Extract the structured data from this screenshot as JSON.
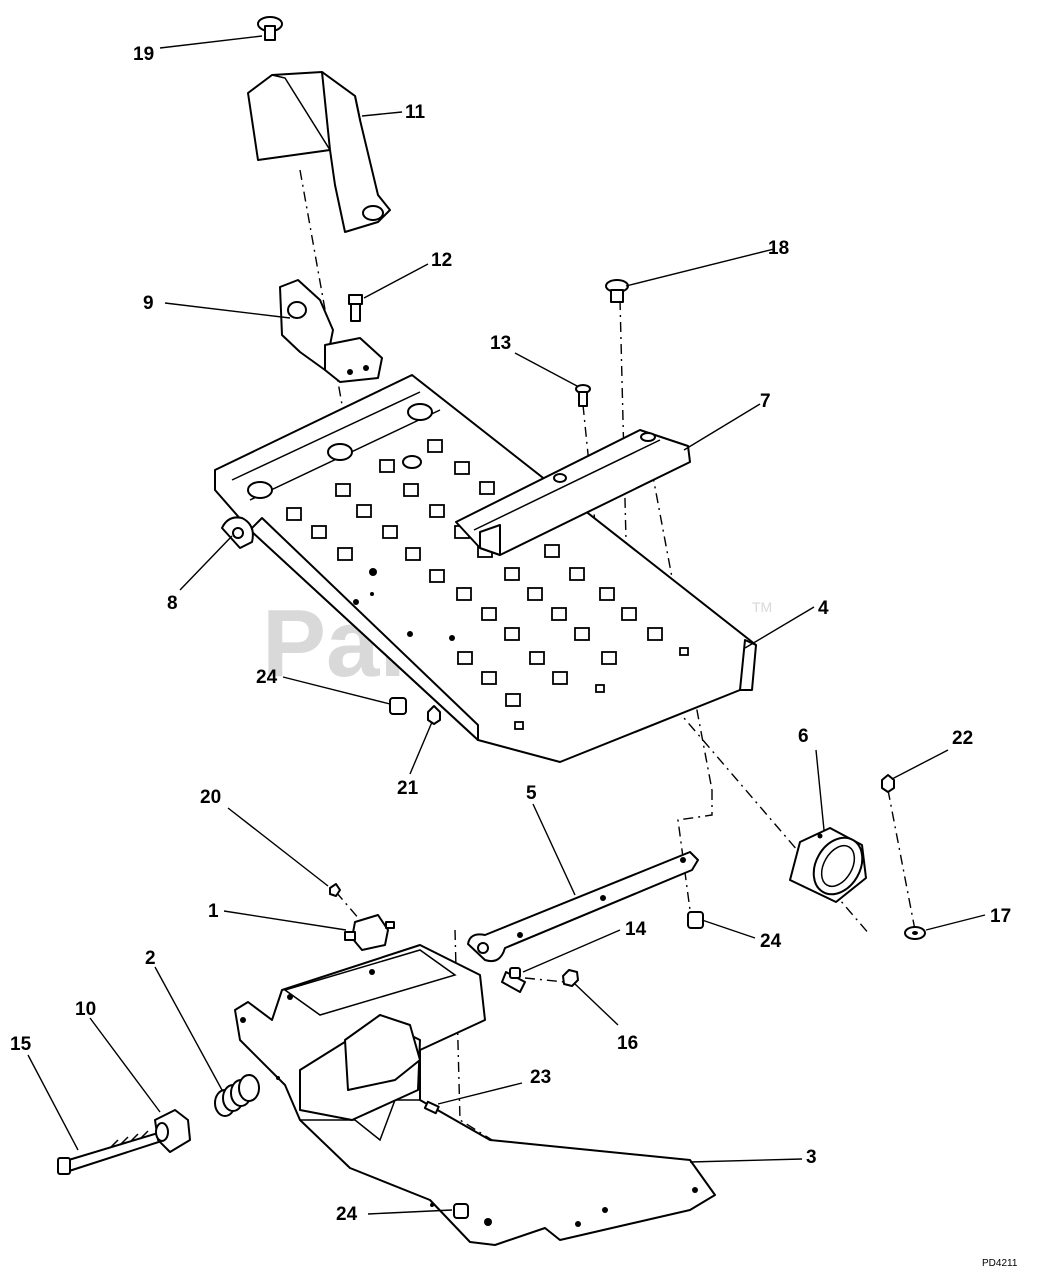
{
  "watermark": "PartsTree",
  "watermark_tm": "TM",
  "drawing_id": "PD4211",
  "callouts": {
    "c1": "1",
    "c2": "2",
    "c3": "3",
    "c4": "4",
    "c5": "5",
    "c6": "6",
    "c7": "7",
    "c8": "8",
    "c9": "9",
    "c10": "10",
    "c11": "11",
    "c12": "12",
    "c13": "13",
    "c14": "14",
    "c15": "15",
    "c16": "16",
    "c17": "17",
    "c18": "18",
    "c19": "19",
    "c20": "20",
    "c21": "21",
    "c22": "22",
    "c23": "23",
    "c24a": "24",
    "c24b": "24",
    "c24c": "24"
  }
}
